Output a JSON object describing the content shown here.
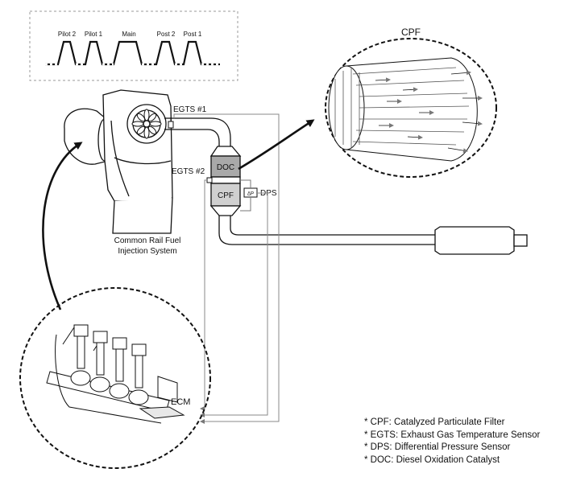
{
  "pulses": {
    "pilot2": "Pilot 2",
    "pilot1": "Pilot 1",
    "main": "Main",
    "post2": "Post 2",
    "post1": "Post 1"
  },
  "labels": {
    "cpf_title": "CPF",
    "egts1": "EGTS #1",
    "egts2": "EGTS #2",
    "doc": "DOC",
    "cpf": "CPF",
    "dp": "ΔP",
    "dps": "DPS",
    "engine_line1": "Common Rail Fuel",
    "engine_line2": "Injection System",
    "ecm": "ECM"
  },
  "legend": [
    "* CPF: Catalyzed Particulate Filter",
    "* EGTS: Exhaust Gas Temperature Sensor",
    "* DPS: Differential Pressure Sensor",
    "* DOC: Diesel Oxidation Catalyst"
  ],
  "colors": {
    "line": "#111111",
    "wire": "#888888",
    "doc_fill": "#a9a9a9",
    "cpf_fill": "#d0d0d0"
  }
}
